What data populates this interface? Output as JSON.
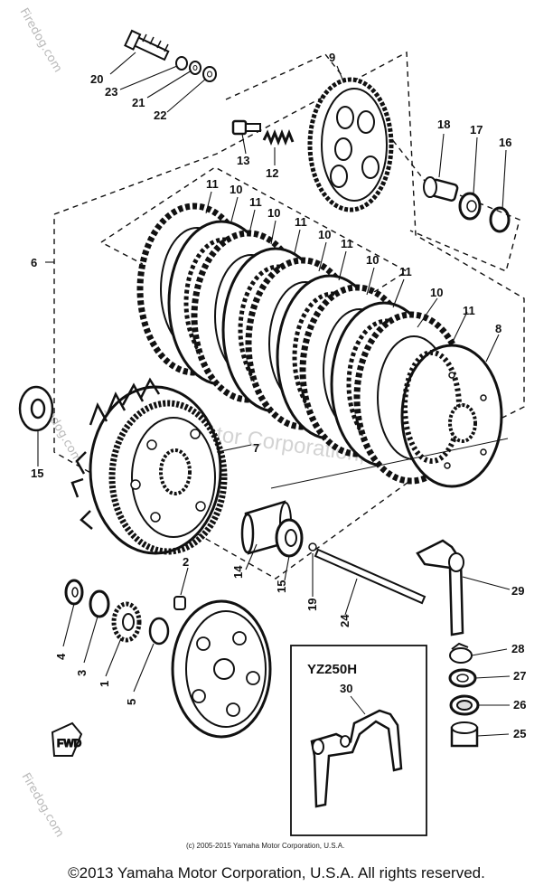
{
  "watermarks": {
    "site": "Firedog.com",
    "corporate": "Yamaha Motor Corporation, U.S.A."
  },
  "callouts": {
    "p1": "1",
    "p2": "2",
    "p3": "3",
    "p4": "4",
    "p5": "5",
    "p6": "6",
    "p7": "7",
    "p8": "8",
    "p9": "9",
    "p10": "10",
    "p11": "11",
    "p12": "12",
    "p13": "13",
    "p14": "14",
    "p15": "15",
    "p16": "16",
    "p17": "17",
    "p18": "18",
    "p19": "19",
    "p20": "20",
    "p21": "21",
    "p22": "22",
    "p23": "23",
    "p24": "24",
    "p25": "25",
    "p26": "26",
    "p27": "27",
    "p28": "28",
    "p29": "29",
    "p30": "30"
  },
  "inset": {
    "title": "YZ250H",
    "part": "30"
  },
  "fwd_mark": "FWD",
  "diagram_copyright": "(c) 2005-2015 Yamaha Motor Corporation, U.S.A.",
  "footer": "©2013 Yamaha Motor Corporation, U.S.A. All rights reserved."
}
